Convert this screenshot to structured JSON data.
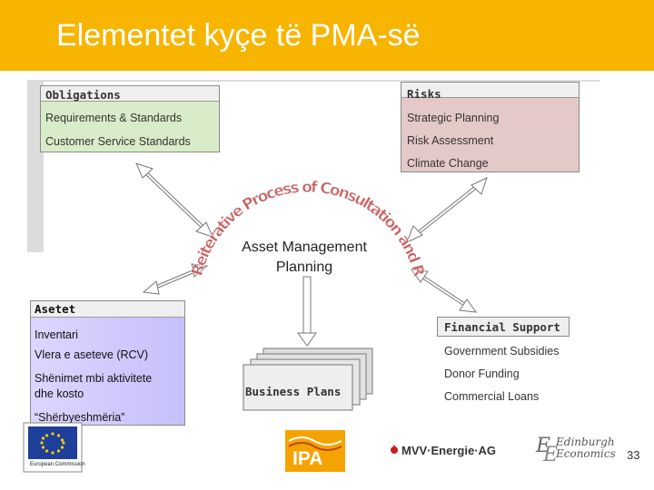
{
  "slide": {
    "title": "Elementet kyçe të PMA-së",
    "page_number": "33"
  },
  "obligations": {
    "heading": "Obligations",
    "items": [
      "Requirements & Standards",
      "Customer Service Standards"
    ]
  },
  "risks": {
    "heading": "Risks",
    "items": [
      "Strategic Planning",
      "Risk Assessment",
      "Climate Change"
    ]
  },
  "center": {
    "line1": "Asset Management",
    "line2": "Planning",
    "arc_text": "Reiterative Process of Consultation and Review"
  },
  "asetet": {
    "heading": "Asetet",
    "items": [
      "Inventari",
      "Vlera e aseteve (RCV)",
      "Shënimet mbi aktivitete",
      "dhe kosto",
      "“Shërbyeshmëria”"
    ]
  },
  "financial": {
    "heading": "Financial Support",
    "items": [
      "Government Subsidies",
      "Donor Funding",
      "Commercial Loans"
    ]
  },
  "business_plans": {
    "label": "Business Plans"
  },
  "logos": {
    "eu_caption": "European Commission",
    "ipa": "IPA",
    "mvv": "MVV·Energie·AG",
    "edinburgh_line1": "Edinburgh",
    "edinburgh_line2": "Economics"
  },
  "colors": {
    "title_bar": "#f7b400",
    "obligations_fill": "#d9ecc9",
    "risks_fill": "#e4c9c9",
    "asetet_fill": "#c6c0fa",
    "arc_text": "#c96060"
  }
}
